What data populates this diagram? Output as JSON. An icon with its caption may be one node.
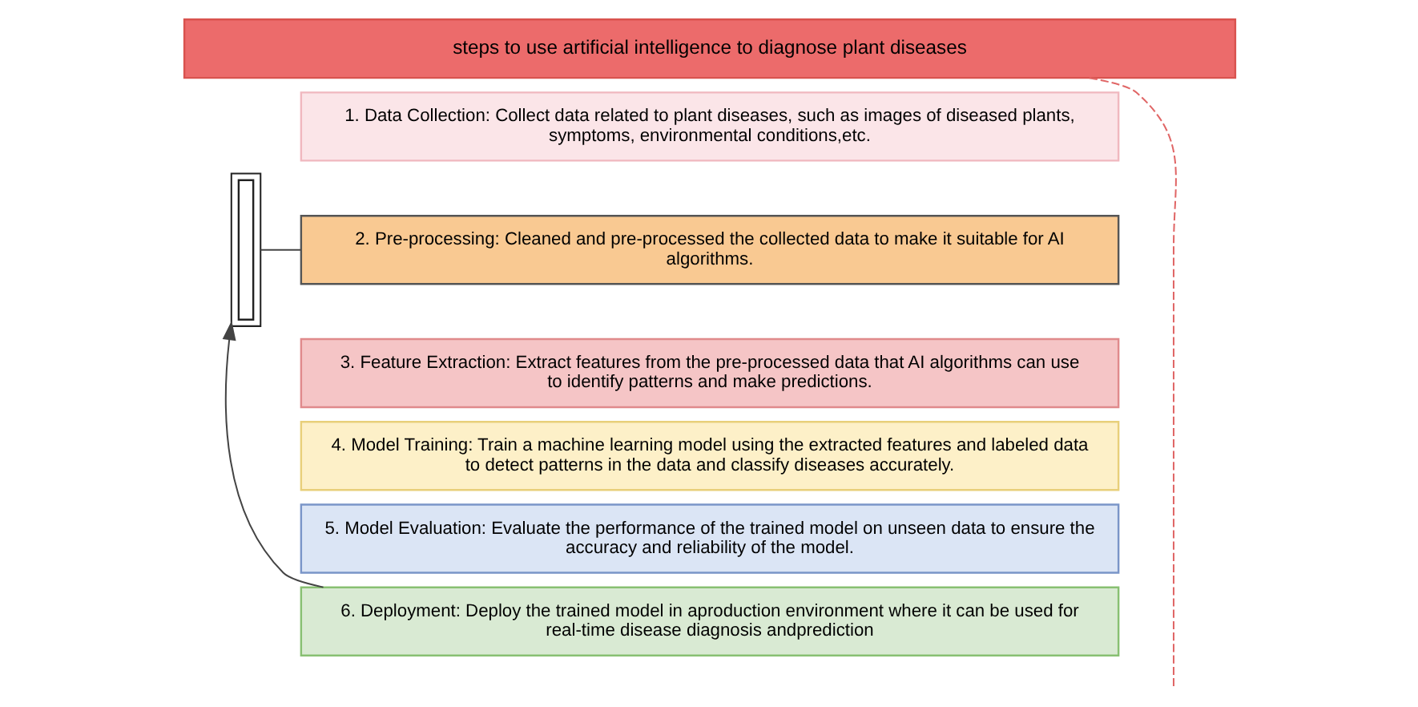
{
  "diagram": {
    "nodes": [
      {
        "text": [
          "steps to use artificial intelligence to diagnose plant diseases"
        ]
      },
      {
        "text": [
          "1. Data Collection: Collect data related to plant diseases, such as images of diseased plants, symptoms, environmental conditions,etc."
        ]
      },
      {
        "text": [
          "2. Pre-processing: Cleaned and pre-processed the collected data to make it suitable for AI algorithms."
        ]
      },
      {
        "text": [
          "3. Feature Extraction: Extract features from the pre-processed data that AI algorithms can use to identify patterns and make predictions."
        ]
      },
      {
        "text": [
          "4. Model Training: Train a machine learning model using the extracted features and labeled data to detect patterns in the data and classify diseases accurately."
        ]
      },
      {
        "text": [
          "5. Model Evaluation: Evaluate the performance of the trained model on unseen data to ensure the accuracy and reliability of the model."
        ]
      },
      {
        "text": [
          "6. Deployment: Deploy the trained model in aproduction environment where it can be used for real-time disease diagnosis andprediction"
        ]
      },
      {
        "text": [],
        "shape": "bar"
      },
      {
        "text": [],
        "shape": "bar",
        "in": 7
      }
    ],
    "edges": [
      {
        "from": 6,
        "to": 7,
        "arrow": "to"
      },
      {
        "from": 7,
        "to": 2,
        "arrow": "none"
      },
      {
        "from": 0,
        "to": null,
        "arrow": "none",
        "style": "dashed",
        "color": "#e06666"
      }
    ]
  }
}
